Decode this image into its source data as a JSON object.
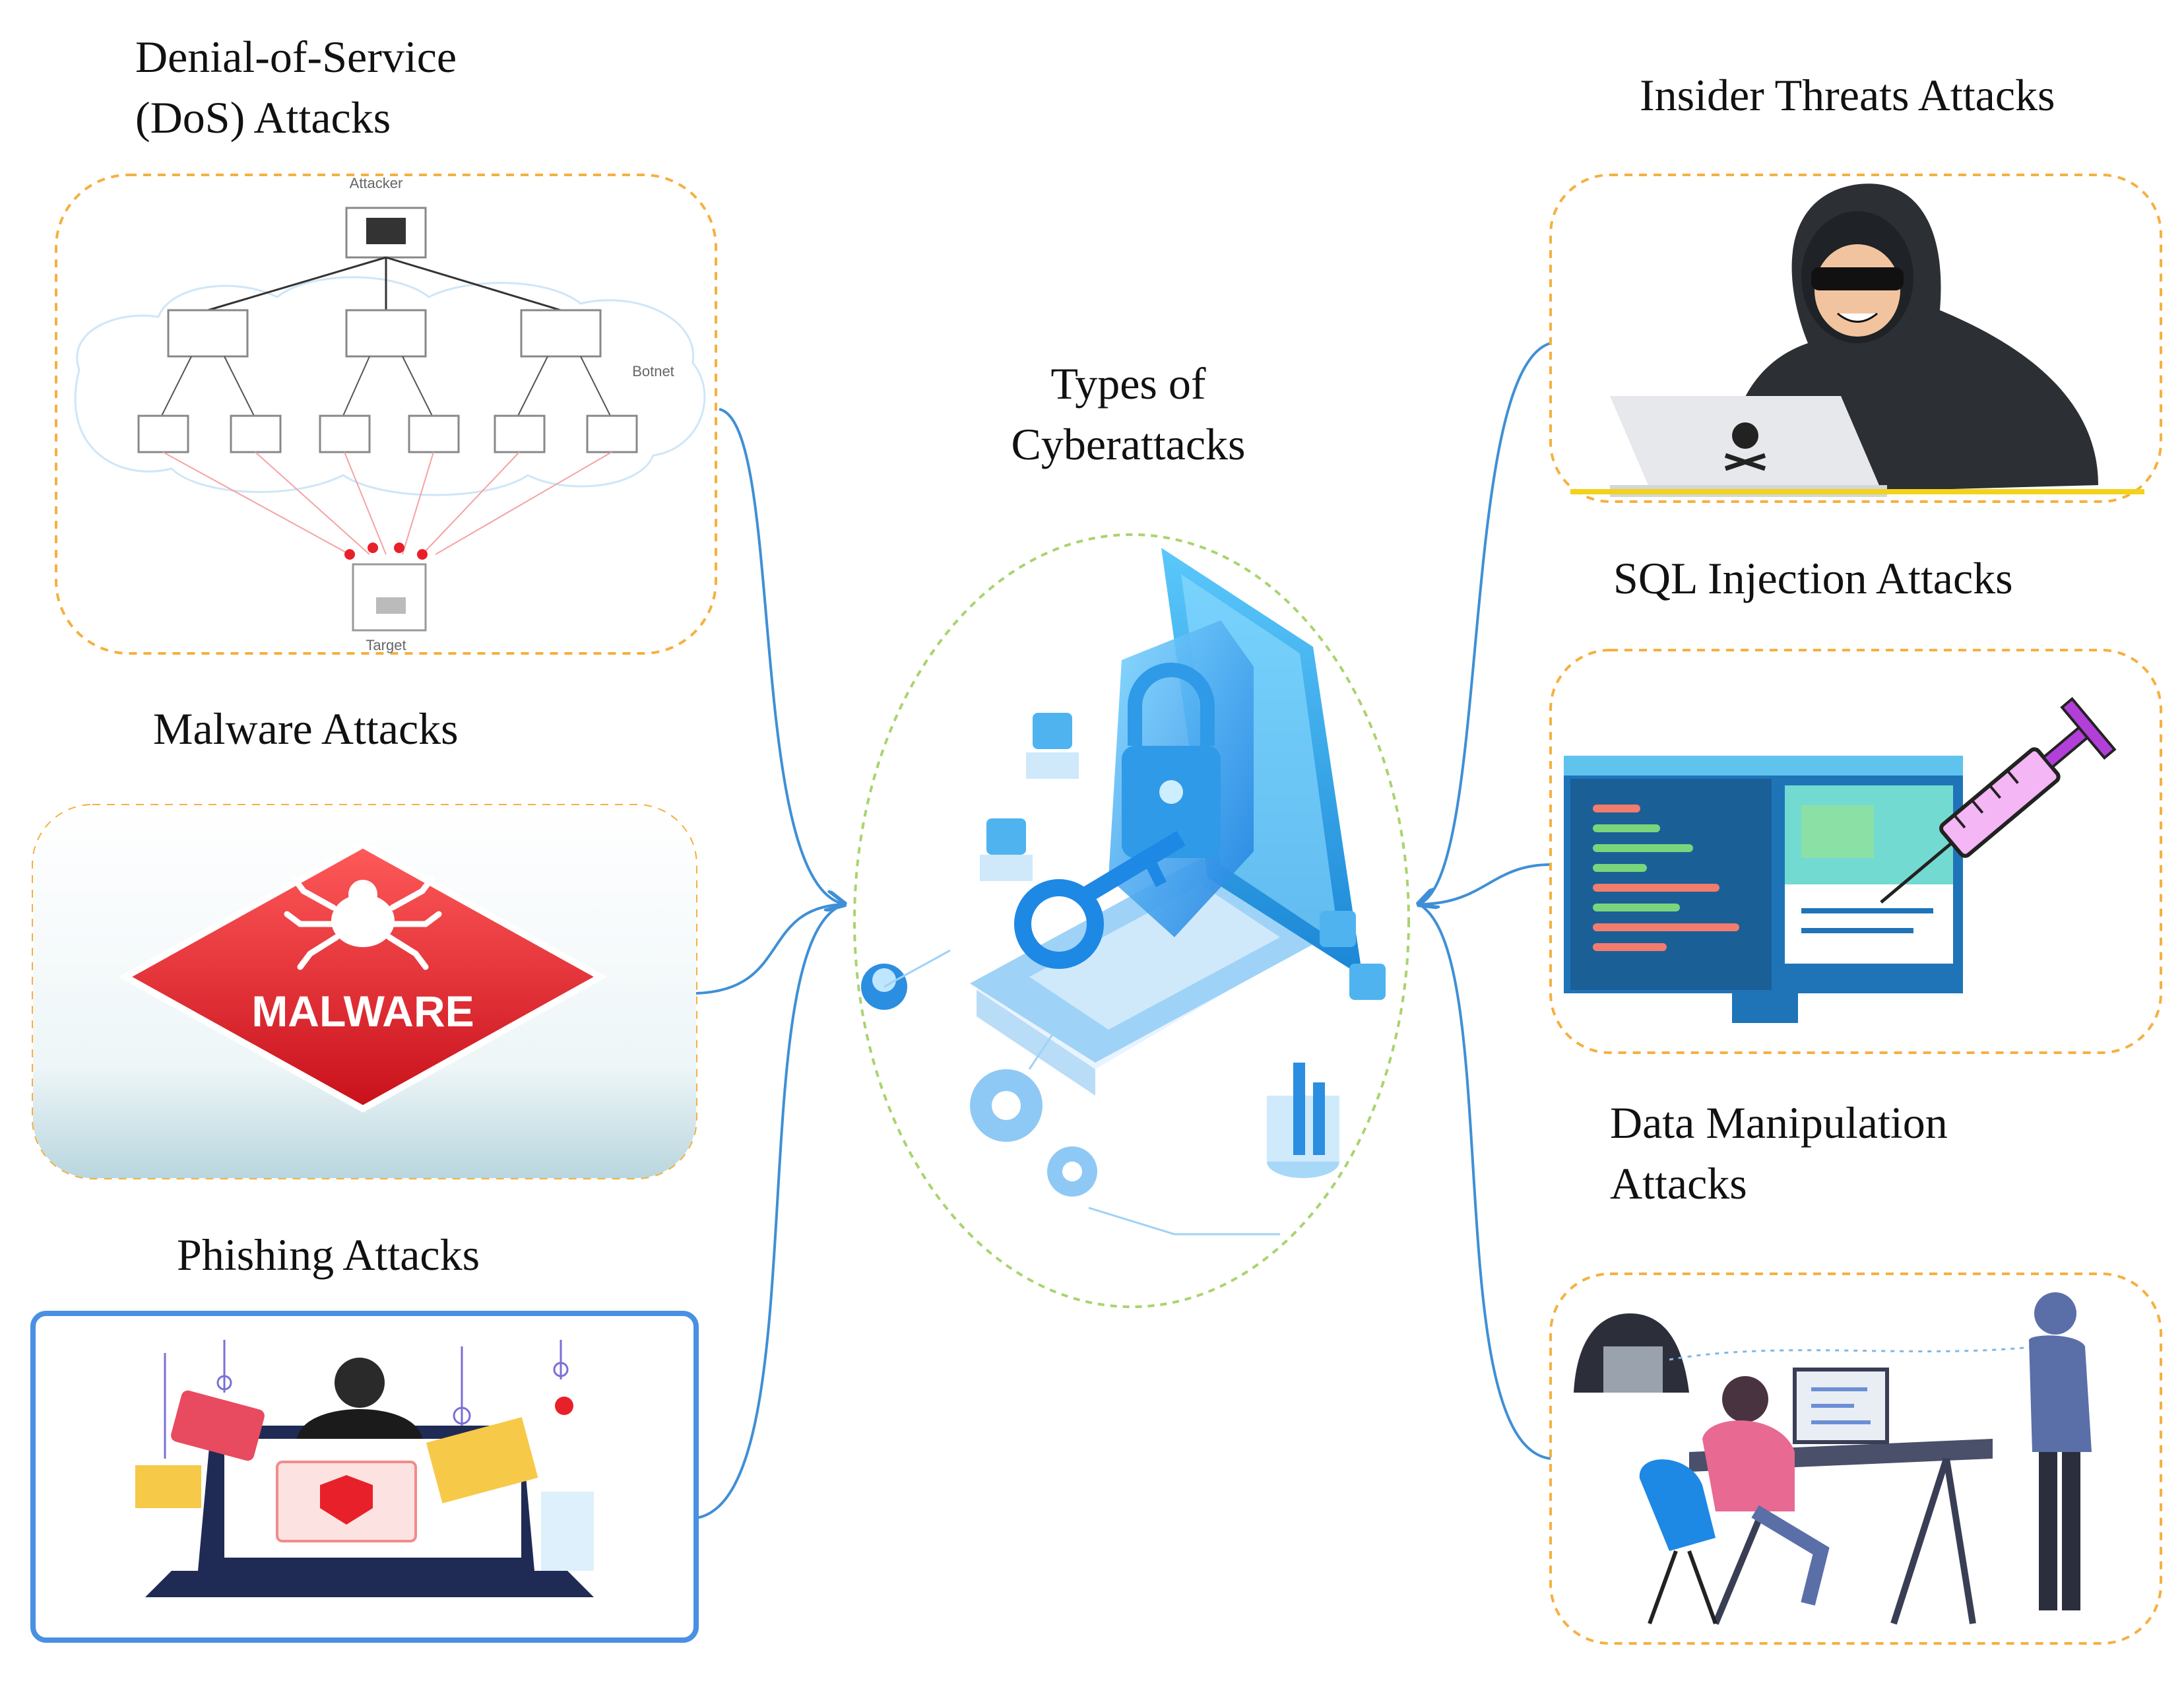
{
  "center": {
    "title": "Types of\nCyberattacks"
  },
  "nodes": {
    "dos": {
      "label": "Denial-of-Service\n(DoS) Attacks",
      "attacker": "Attacker",
      "botnet": "Botnet",
      "target": "Target"
    },
    "malware": {
      "label": "Malware Attacks",
      "badge": "MALWARE"
    },
    "phishing": {
      "label": "Phishing Attacks"
    },
    "insider": {
      "label": "Insider Threats Attacks"
    },
    "sql": {
      "label": "SQL Injection Attacks"
    },
    "datamanip": {
      "label": "Data Manipulation\nAttacks"
    }
  },
  "colors": {
    "connector": "#3f8fd6",
    "dashed_border": "#f5b041",
    "center_border": "#a8d46f",
    "malware_red": "#e8202a",
    "accent_blue": "#29a8ea",
    "sql_syringe": "#b23fd8",
    "phishing_frame": "#4a90e2"
  }
}
